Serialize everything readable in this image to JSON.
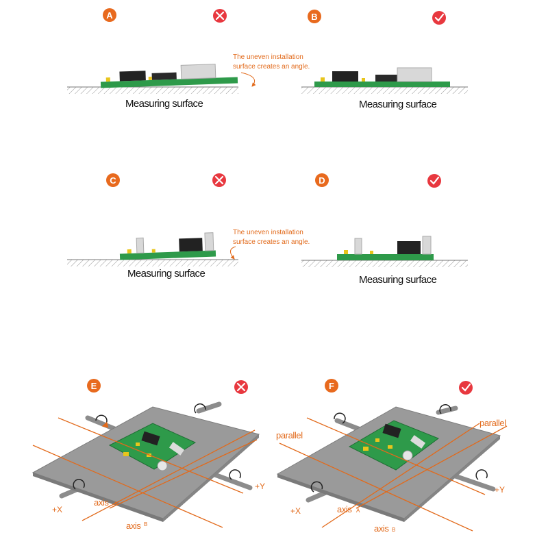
{
  "panels": {
    "A": {
      "badge": "A",
      "verdict": "wrong",
      "surface_label": "Measuring surface",
      "note_line1": "The uneven installation",
      "note_line2": "surface creates an angle."
    },
    "B": {
      "badge": "B",
      "verdict": "correct",
      "surface_label": "Measuring surface"
    },
    "C": {
      "badge": "C",
      "verdict": "wrong",
      "surface_label": "Measuring surface",
      "note_line1": "The uneven installation",
      "note_line2": "surface creates an angle."
    },
    "D": {
      "badge": "D",
      "verdict": "correct",
      "surface_label": "Measuring surface"
    },
    "E": {
      "badge": "E",
      "verdict": "wrong",
      "axis_a": "axis",
      "axis_a_sub": "A",
      "axis_b": "axis",
      "axis_b_sub": "B",
      "plus_x": "+X",
      "plus_y": "+Y"
    },
    "F": {
      "badge": "F",
      "verdict": "correct",
      "parallel_left": "parallel",
      "parallel_right": "parallel",
      "axis_a": "axis",
      "axis_a_sub": "A",
      "axis_b": "axis",
      "axis_b_sub": "B",
      "plus_x": "+X",
      "plus_y": "+Y"
    }
  },
  "colors": {
    "badge": "#e86a1e",
    "wrong": "#e8383f",
    "correct": "#e8383f",
    "note": "#e26a1b",
    "pcb": "#2e9a4a",
    "plate": "#9a9a9a"
  },
  "icons": {
    "wrong": "x-circle-icon",
    "correct": "check-circle-icon"
  }
}
